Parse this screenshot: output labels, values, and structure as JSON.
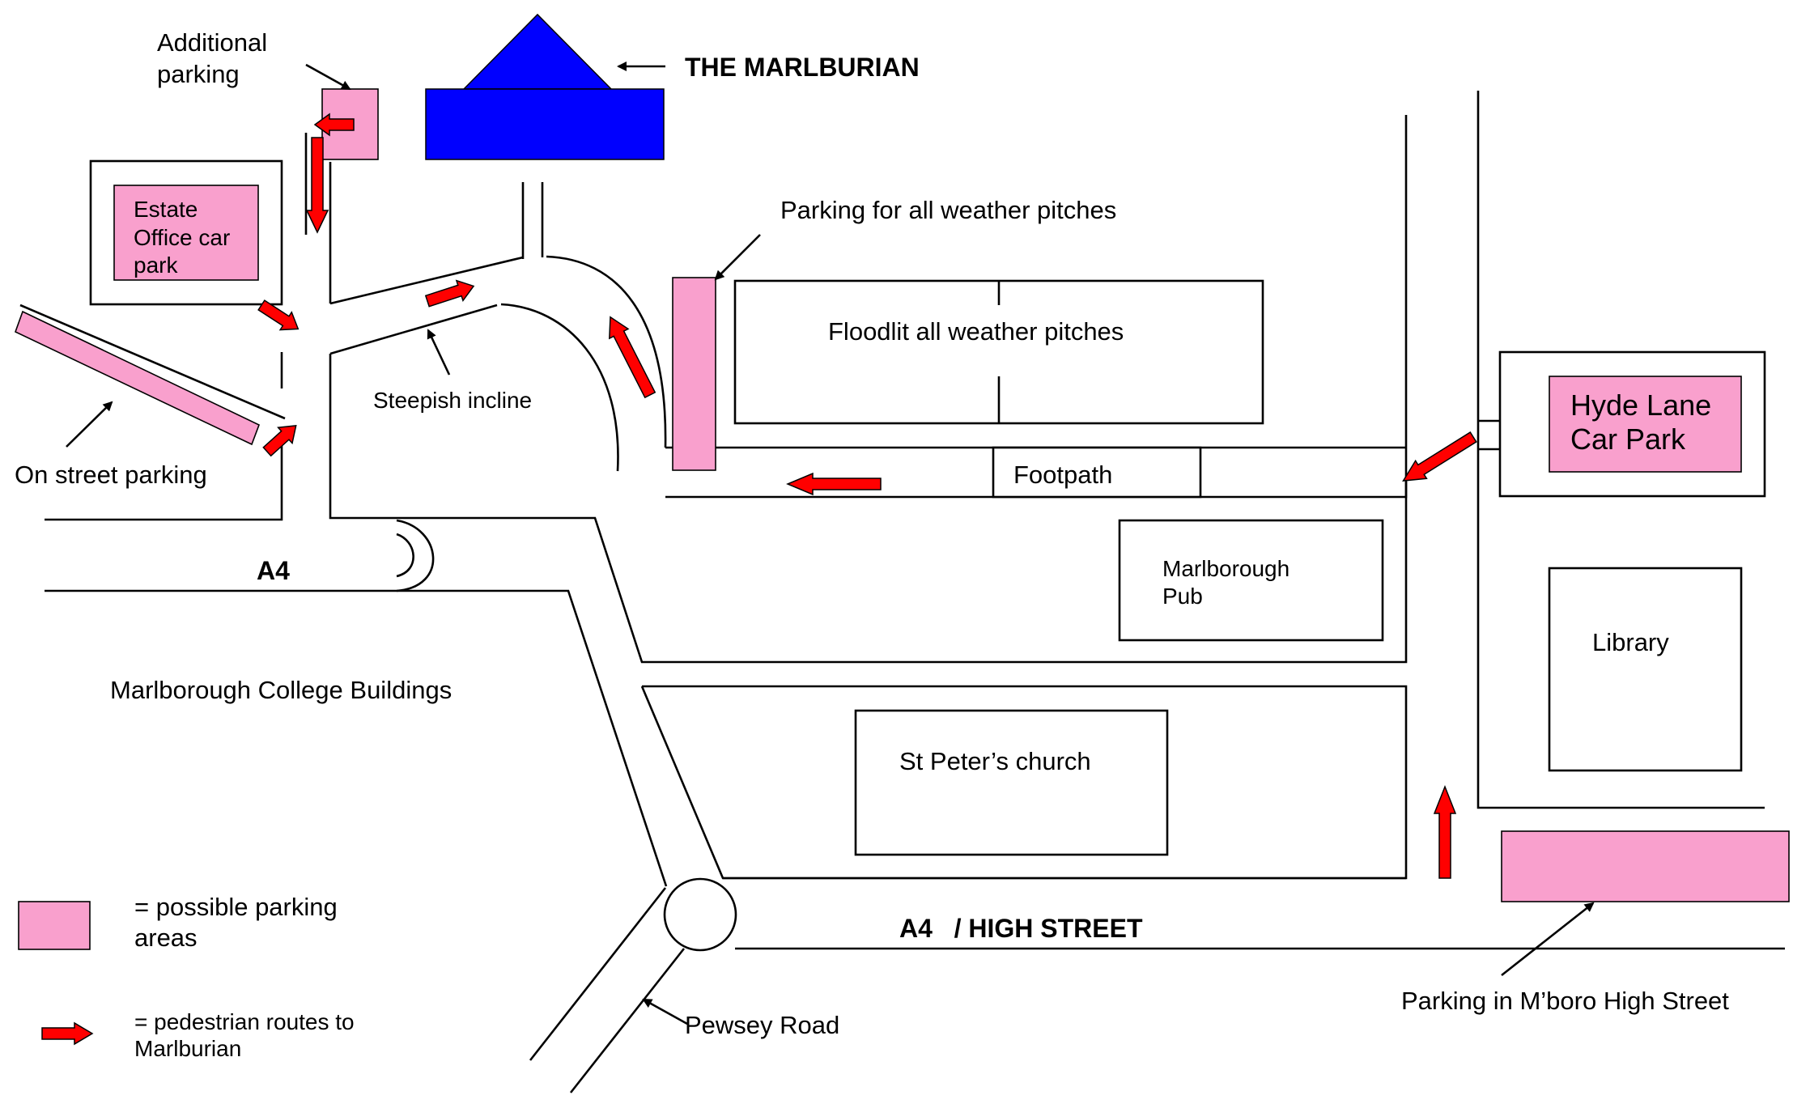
{
  "colors": {
    "parking": "#f9a0cd",
    "route_arrow": "#ff0000",
    "marlburian": "#0000ff",
    "line": "#000000"
  },
  "labels": {
    "marlburian": "THE MARLBURIAN",
    "additional_parking_1": "Additional",
    "additional_parking_2": "parking",
    "estate_office_1": "Estate",
    "estate_office_2": "Office car",
    "estate_office_3": "park",
    "all_weather_parking": "Parking for all weather pitches",
    "floodlit_pitches": "Floodlit all weather pitches",
    "steepish_incline": "Steepish incline",
    "on_street_parking": "On street parking",
    "footpath": "Footpath",
    "hyde_lane_1": "Hyde Lane",
    "hyde_lane_2": "Car Park",
    "a4": "A4",
    "marlborough_pub_1": "Marlborough",
    "marlborough_pub_2": "Pub",
    "library": "Library",
    "college_buildings": "Marlborough College Buildings",
    "st_peters": "St Peter’s church",
    "a4_high_street": "A4   / HIGH STREET",
    "pewsey_road": "Pewsey Road",
    "high_street_parking": "Parking in M’boro High Street"
  },
  "legend": {
    "parking_1": "= possible parking",
    "parking_2": "areas",
    "route_1": "= pedestrian routes to",
    "route_2": "Marlburian"
  }
}
